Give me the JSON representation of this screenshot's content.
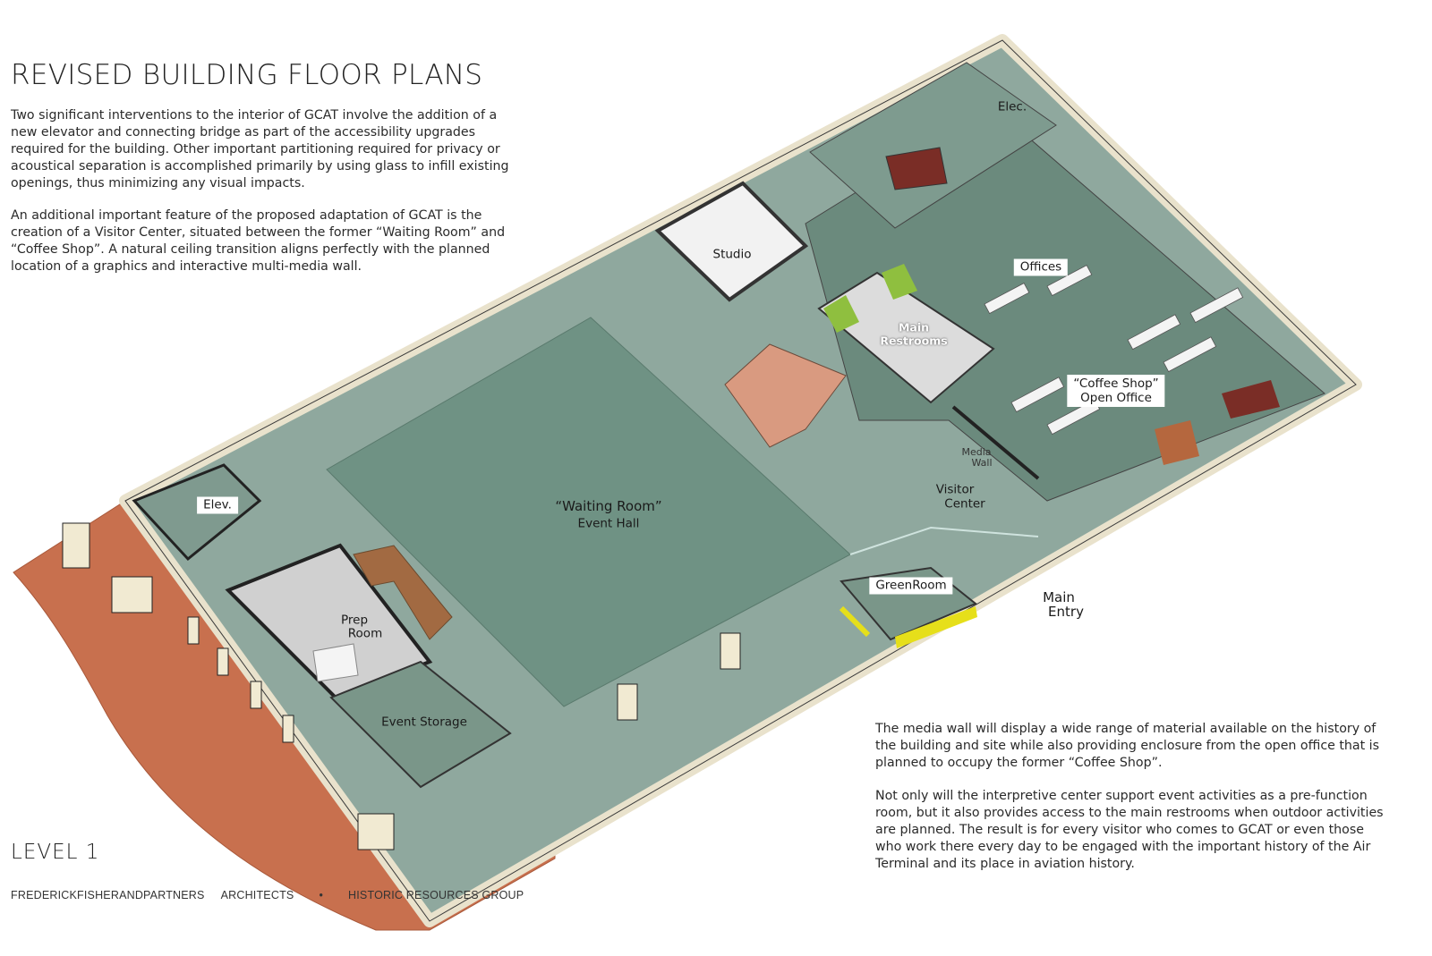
{
  "title": "REVISED BUILDING FLOOR PLANS",
  "intro": {
    "paragraph1": "Two significant interventions to the interior of GCAT involve the addition of a new elevator and connecting bridge as part of the accessibility upgrades required for the building.  Other important partitioning required for privacy or acoustical separation is accomplished primarily by using glass to infill existing openings, thus minimizing any visual impacts.",
    "paragraph2": "An additional important feature of the proposed adaptation of GCAT is the creation of a Visitor Center, situated between the former “Waiting Room” and “Coffee Shop”. A natural ceiling transition aligns perfectly with the planned location of a graphics and interactive multi-media wall."
  },
  "notes": {
    "paragraph1": "The media wall will display a wide range of material available on the history of the building and site while also providing enclosure from the open office that is planned to occupy the former “Coffee Shop”.",
    "paragraph2": "Not only will the interpretive center support event activities as a pre-function room, but it also provides access to the main restrooms when outdoor activities are planned.  The result is for every visitor who comes to GCAT or even those who work there every day to be engaged with the important history of the Air Terminal and its place in aviation history."
  },
  "level": "LEVEL 1",
  "credits": {
    "firm": "FREDERICKFISHERANDPARTNERS",
    "role": "ARCHITECTS",
    "bullet": "•",
    "partner": "HISTORIC RESOURCES GROUP"
  },
  "rooms": {
    "elec": "Elec.",
    "studio": "Studio",
    "offices": "Offices",
    "main_restrooms_1": "Main",
    "main_restrooms_2": "Restrooms",
    "coffee_shop_1": "“Coffee Shop”",
    "coffee_shop_2": "Open Office",
    "media_wall_1": "Media",
    "media_wall_2": "Wall",
    "visitor_center_1": "Visitor",
    "visitor_center_2": "Center",
    "waiting_room_1": "“Waiting Room”",
    "waiting_room_2": "Event Hall",
    "elev": "Elev.",
    "prep_room_1": "Prep",
    "prep_room_2": "Room",
    "green_room": "GreenRoom",
    "main_entry_1": "Main",
    "main_entry_2": "Entry",
    "event_storage": "Event Storage"
  },
  "colors": {
    "floor": "#8fa89e",
    "hall_floor": "#6f9284",
    "wall": "#e9e2cc",
    "terrace": "#c8704e",
    "office_floor": "#6b8a7d"
  }
}
